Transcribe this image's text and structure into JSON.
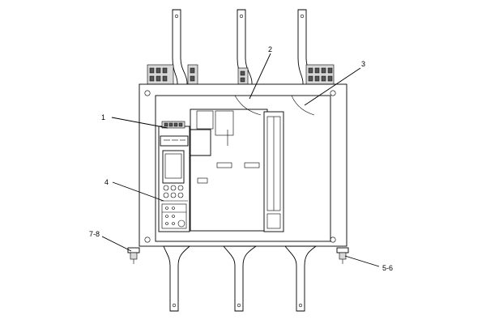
{
  "callouts": [
    {
      "id": "c1",
      "label": "1"
    },
    {
      "id": "c2",
      "label": "2"
    },
    {
      "id": "c3",
      "label": "3"
    },
    {
      "id": "c4",
      "label": "4"
    },
    {
      "id": "c5",
      "label": "5-6"
    },
    {
      "id": "c7",
      "label": "7-8"
    }
  ]
}
